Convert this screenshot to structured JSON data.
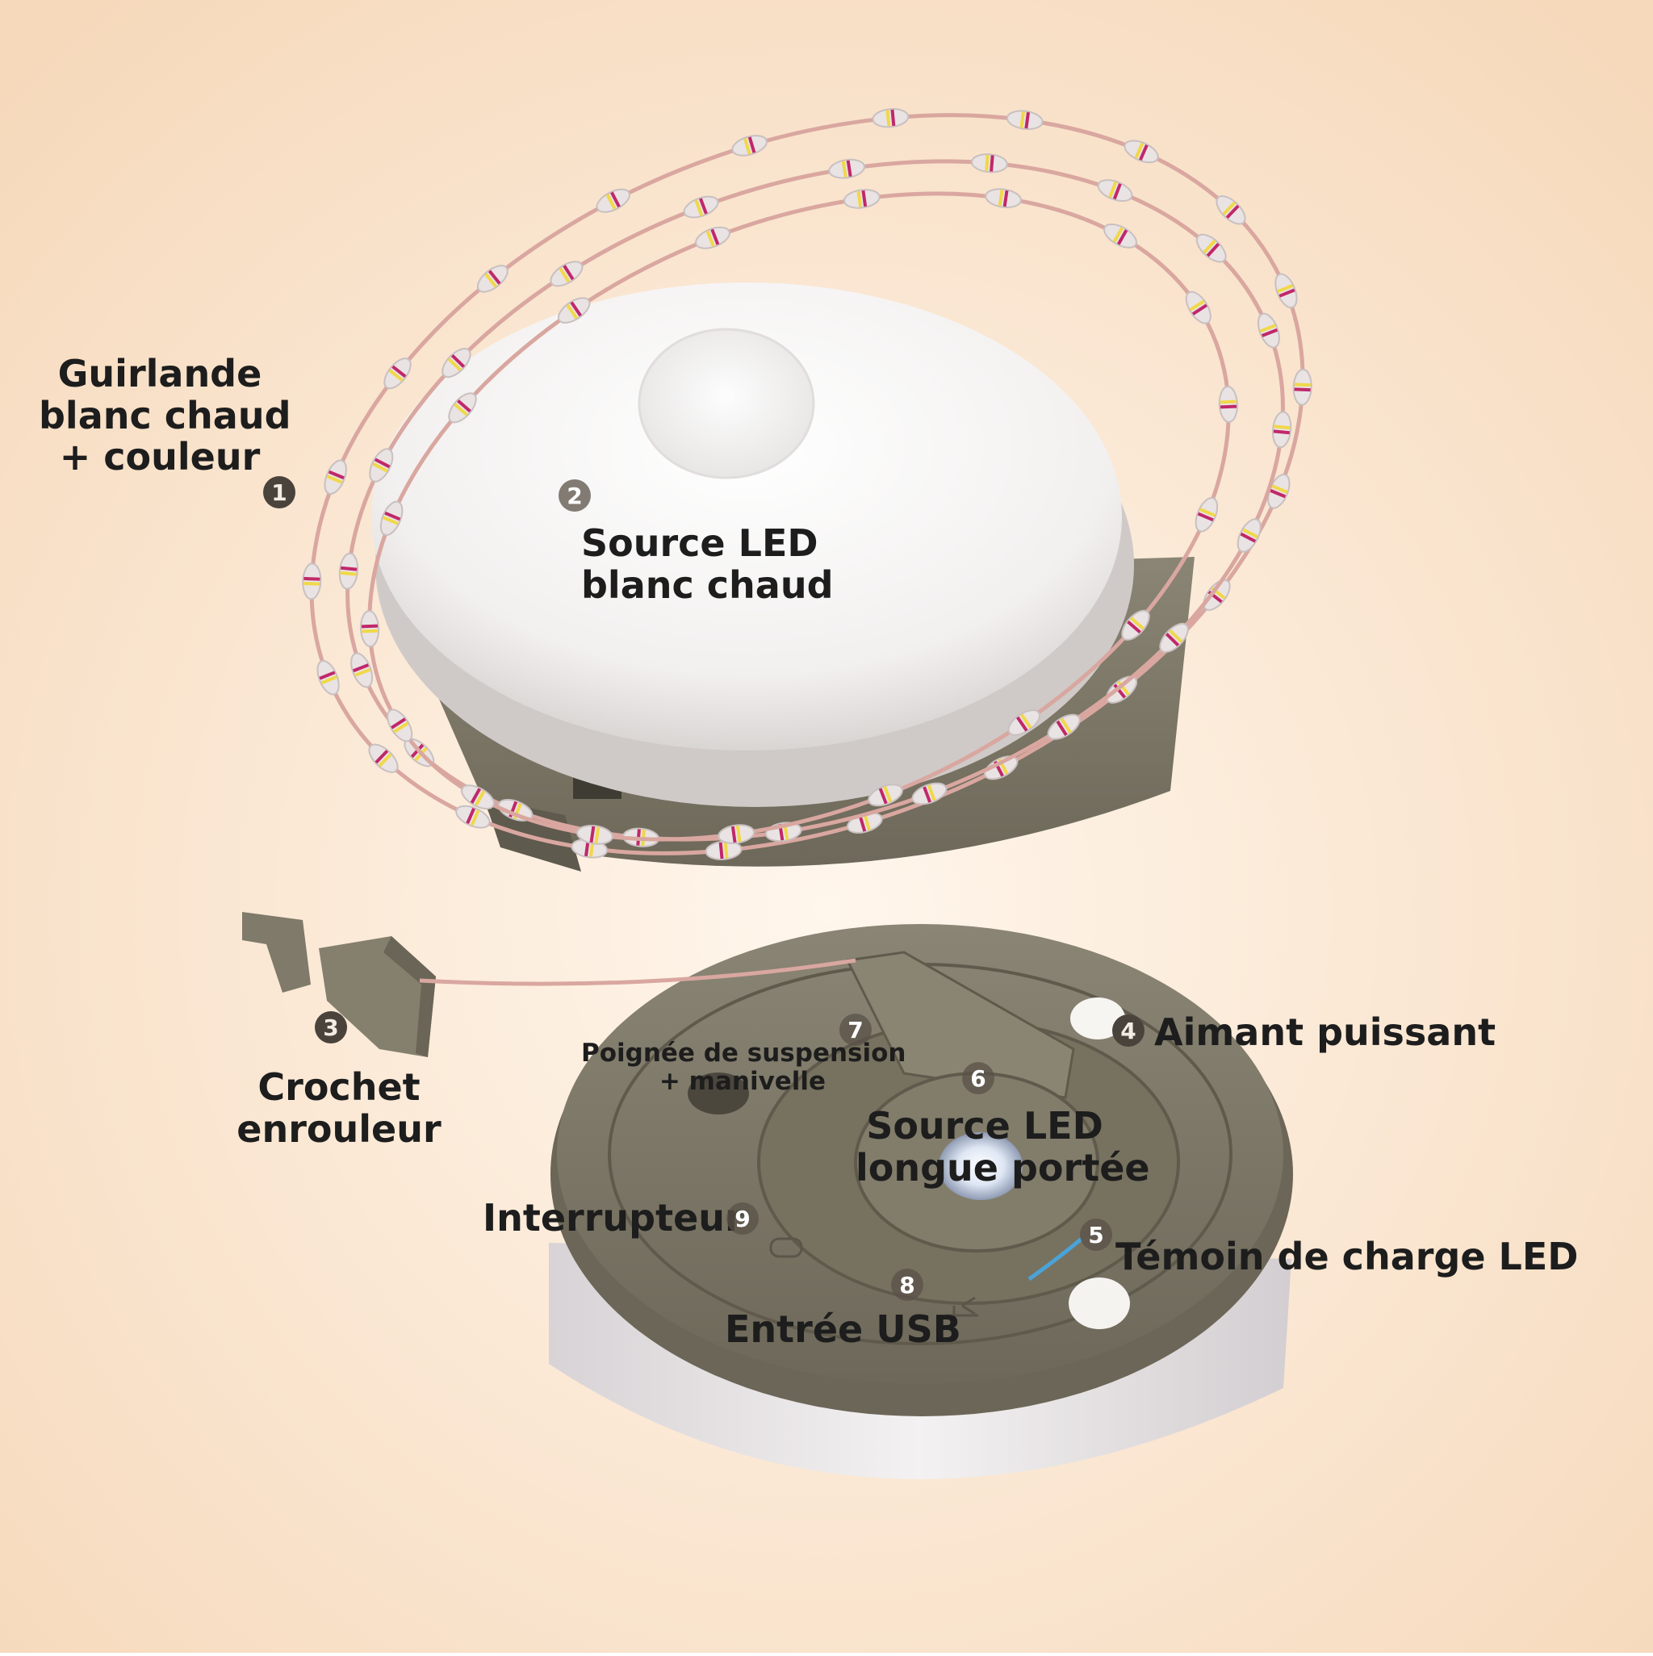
{
  "colors": {
    "background_center": "#fff5ea",
    "background_edge": "#f7dcc0",
    "housing_olive": "#7f7a69",
    "housing_dark": "#5e5a4d",
    "diffuser_white": "#f4f3f2",
    "diffuser_shadow": "#d8d4d2",
    "cable_pink": "#d9a7a0",
    "led_yellow": "#f0d84a",
    "led_magenta": "#c0286a",
    "charge_indicator_blue": "#4aa3d8",
    "label_text": "#1d1d1d",
    "marker_fill": "#4a433c"
  },
  "icons": [
    "hook-icon",
    "usb-icon",
    "magnet-icon",
    "led-bulb-icon"
  ],
  "callouts": [
    {
      "id": "1",
      "lines": [
        "Guirlande",
        "blanc chaud",
        "+ couleur"
      ]
    },
    {
      "id": "2",
      "lines": [
        "Source LED",
        "blanc chaud"
      ]
    },
    {
      "id": "3",
      "lines": [
        "Crochet",
        "enrouleur"
      ]
    },
    {
      "id": "4",
      "lines": [
        "Aimant puissant"
      ]
    },
    {
      "id": "5",
      "lines": [
        "Témoin de charge LED"
      ]
    },
    {
      "id": "6",
      "lines": [
        "Source LED",
        "longue portée"
      ]
    },
    {
      "id": "7",
      "lines": [
        "Poignée de suspension",
        "+ manivelle"
      ]
    },
    {
      "id": "8",
      "lines": [
        "Entrée USB"
      ]
    },
    {
      "id": "9",
      "lines": [
        "Interrupteur"
      ]
    }
  ]
}
